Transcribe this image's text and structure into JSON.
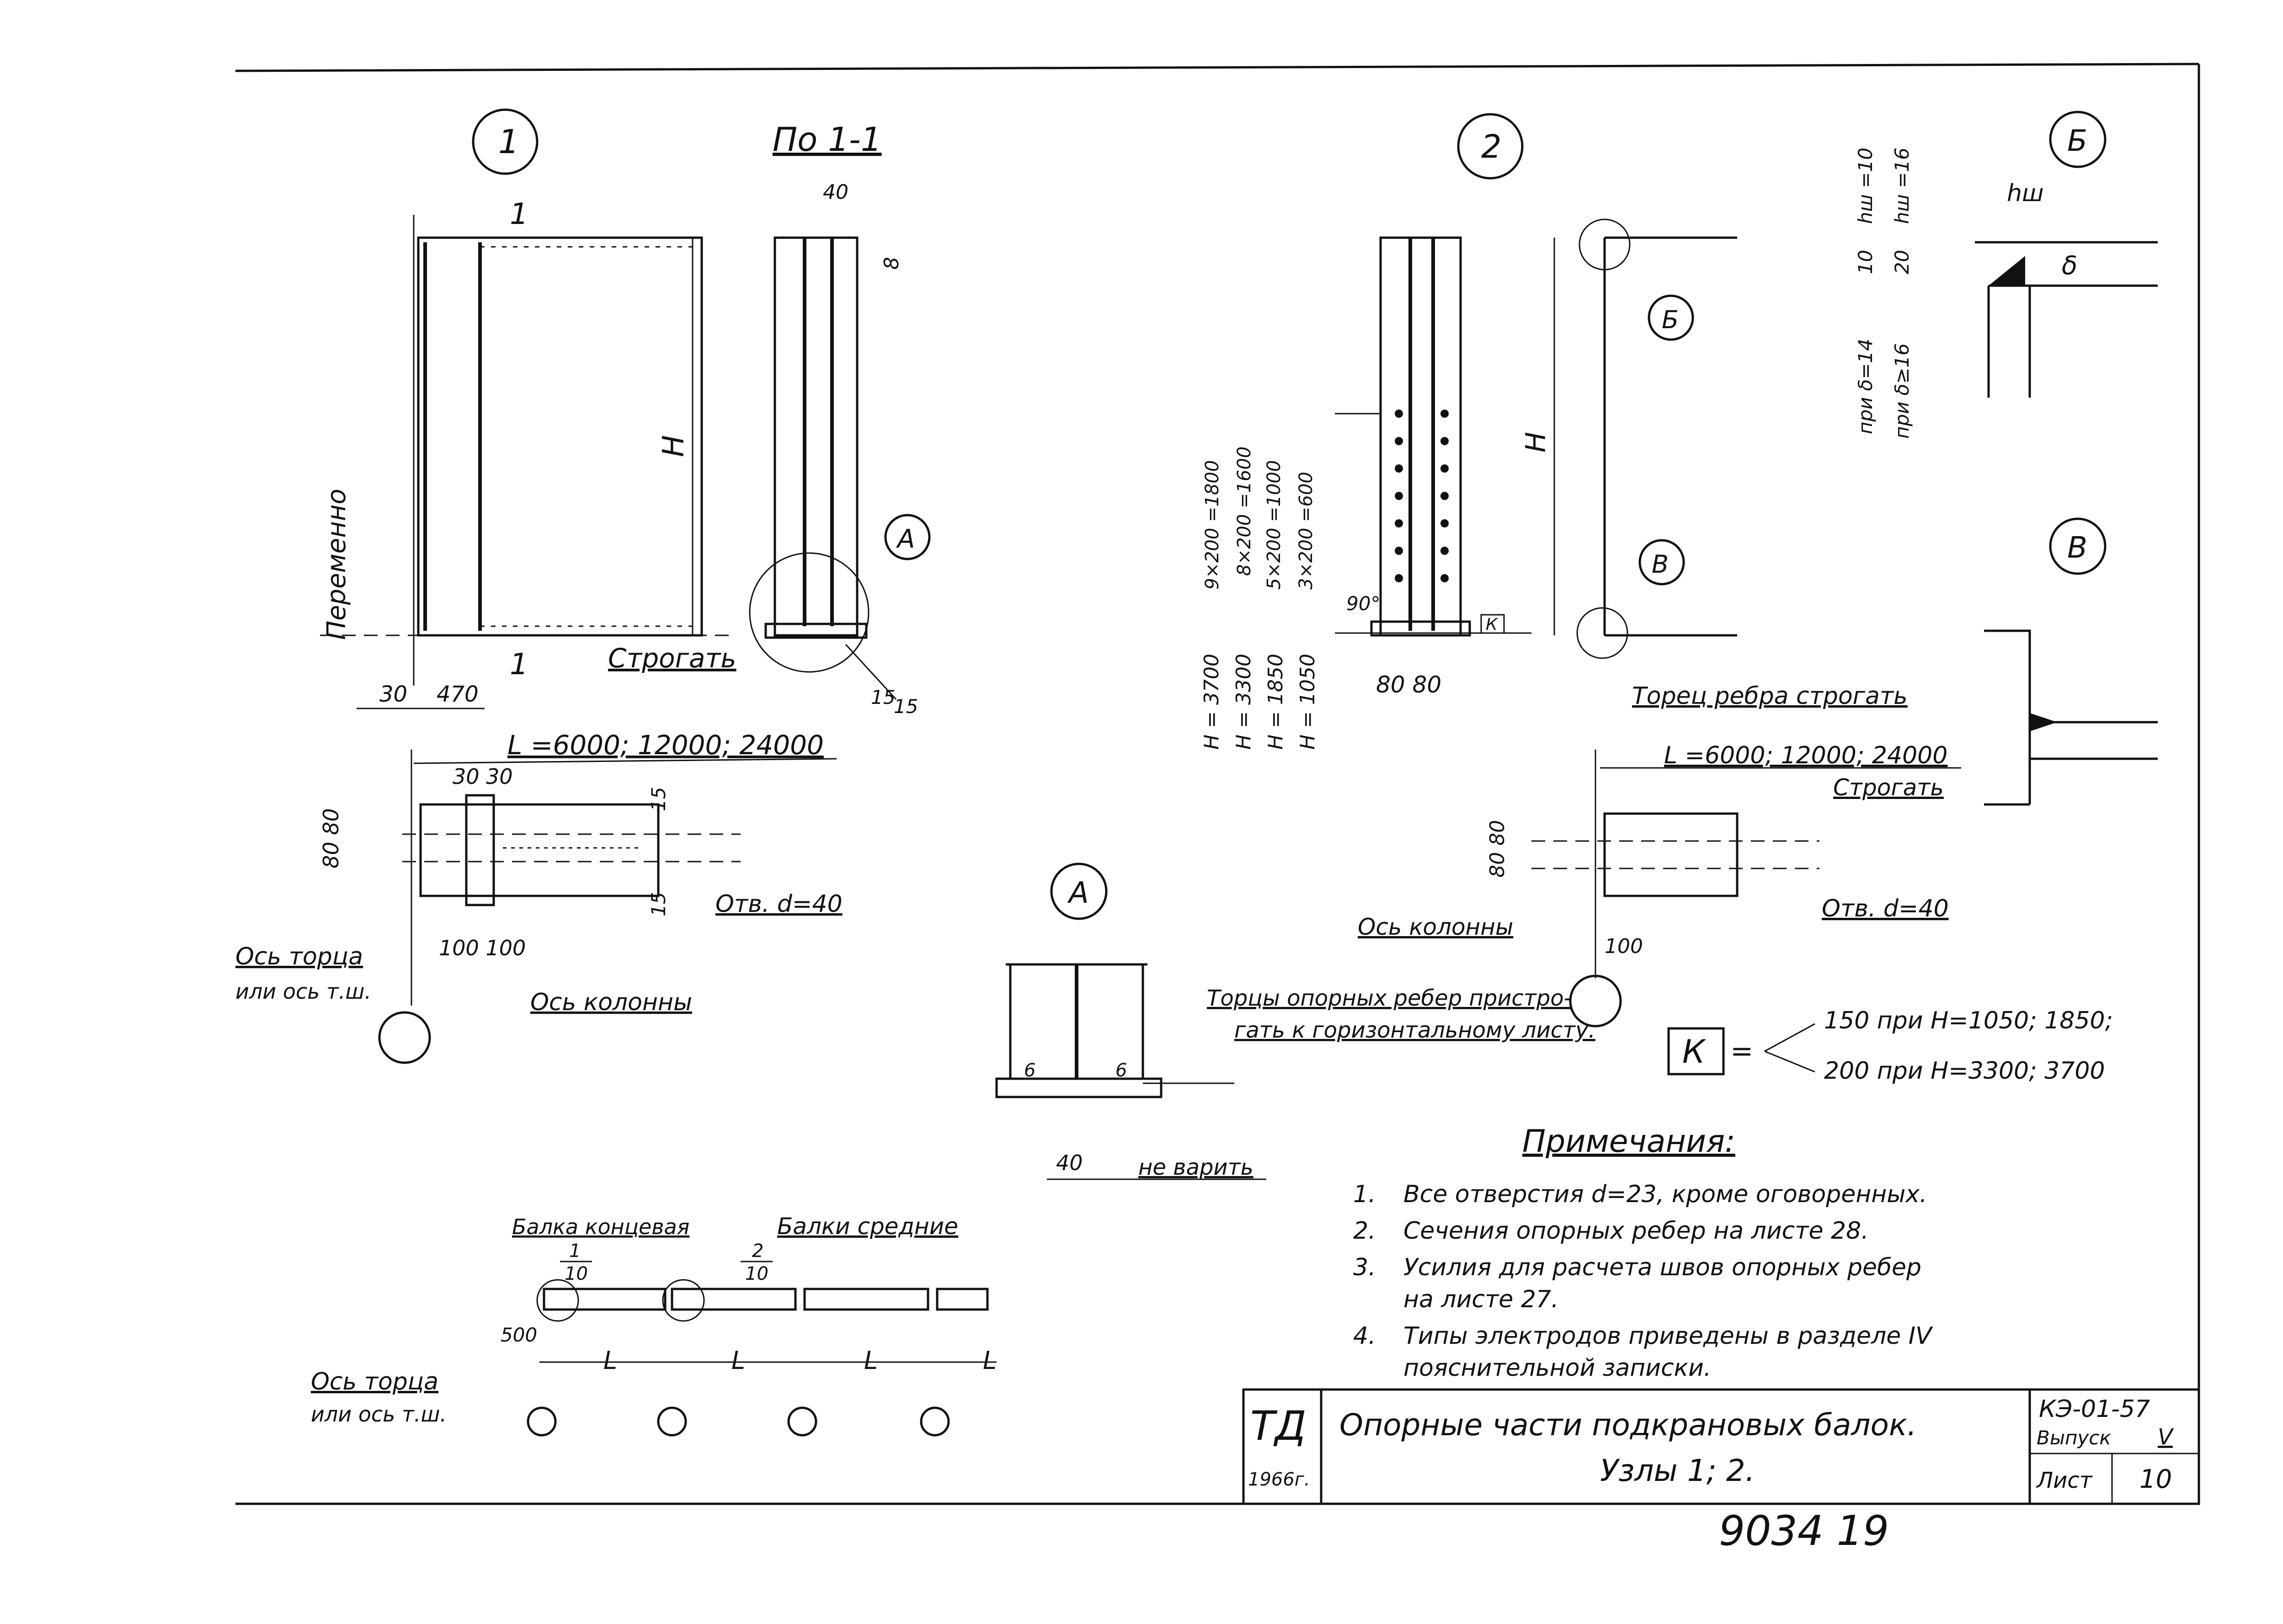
{
  "detail_1": {
    "circle_label": "1",
    "section_title": "По 1-1",
    "section_marks": [
      "1",
      "1"
    ],
    "dim_40": "40",
    "dim_8": "8",
    "height_label": "H",
    "variable_label": "Переменно",
    "plane_label": "Строгать",
    "node_a": "А",
    "weld_15a": "15",
    "weld_15b": "15",
    "dim_30": "30",
    "dim_470": "470",
    "span_label": "L =6000;  12000;  24000",
    "plan_dims_top": "30  30",
    "plan_dim_80": "80 80",
    "plan_dim_15a": "15",
    "plan_dim_15b": "15",
    "hole_label": "Отв. d=40",
    "plan_dim_100": "100 100",
    "axis_end_line1": "Ось торца",
    "axis_end_line2": "или ось т.ш.",
    "axis_column": "Ось колонны"
  },
  "detail_2": {
    "circle_label": "2",
    "node_b_upper": "Б",
    "node_v": "В",
    "height_label": "H",
    "pitch_1": "9×200 =1800",
    "pitch_2": "8×200 =1600",
    "pitch_3": "5×200 =1000",
    "pitch_4": "3×200 =600",
    "angle": "90°",
    "mark_k": "К",
    "h_values": [
      "H = 3700",
      "H = 3300",
      "H = 1850",
      "H = 1050"
    ],
    "dim_80_80": "80  80",
    "rib_end_label": "Торец ребра строгать",
    "span_label": "L =6000; 12000; 24000",
    "plane_label": "Строгать",
    "plan_dim_80": "80 80",
    "hole_label": "Отв. d=40",
    "axis_column": "Ось колонны",
    "plan_dim_100": "100"
  },
  "detail_b": {
    "circle_label": "Б",
    "hw_10": "hш =10",
    "hw_16": "hш =16",
    "hw_label": "hш",
    "dim_10": "10",
    "dim_20": "20",
    "delta": "δ",
    "delta_14": "при δ=14",
    "delta_16": "при δ≥16"
  },
  "detail_v": {
    "circle_label": "В",
    "plane_label": "Строгать"
  },
  "detail_a": {
    "circle_label": "А",
    "note_line1": "Торцы опорных ребер пристро-",
    "note_line2": "гать к горизонтальному листу.",
    "dim_40": "40",
    "no_weld": "не варить",
    "weld_6a": "6",
    "weld_6b": "6"
  },
  "k_note": {
    "label": "К",
    "eq": "=",
    "line1": "150 при H=1050;  1850;",
    "line2": "200 при H=3300;  3700"
  },
  "notes": {
    "title": "Примечания:",
    "items": [
      {
        "num": "1.",
        "text": "Все отверстия d=23, кроме оговоренных."
      },
      {
        "num": "2.",
        "text": "Сечения опорных ребер на листе  28."
      },
      {
        "num": "3.",
        "text": "Усилия для расчета швов опорных ребер"
      },
      {
        "num": "",
        "text": "на листе 27."
      },
      {
        "num": "4.",
        "text": "Типы электродов приведены в разделе IV"
      },
      {
        "num": "",
        "text": "пояснительной записки."
      }
    ]
  },
  "scheme": {
    "end_beam": "Балка концевая",
    "mid_beams": "Балки средние",
    "ref1_top": "1",
    "ref1_bottom": "10",
    "ref2_top": "2",
    "ref2_bottom": "10",
    "dim_500": "500",
    "spans": [
      "L",
      "L",
      "L",
      "L"
    ],
    "axis_line1": "Ось торца",
    "axis_line2": "или ось т.ш."
  },
  "title_block": {
    "logo": "ТД",
    "year": "1966г.",
    "title_line1": "Опорные  части  подкрановых  балок.",
    "title_line2": "Узлы  1;  2.",
    "series": "КЭ-01-57",
    "issue_label": "Выпуск",
    "issue_value": "V",
    "sheet_label": "Лист",
    "sheet_number": "10"
  },
  "archive_number": "9034  19"
}
